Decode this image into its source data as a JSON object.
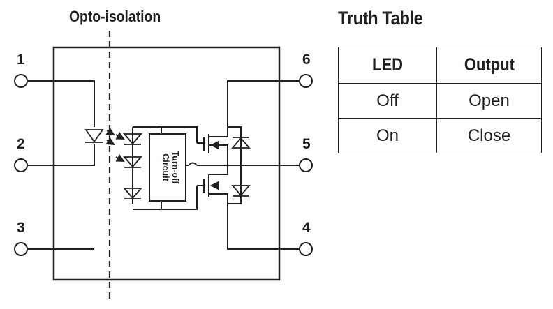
{
  "diagram": {
    "opto_label": "Opto-isolation",
    "pins": {
      "p1": "1",
      "p2": "2",
      "p3": "3",
      "p4": "4",
      "p5": "5",
      "p6": "6"
    },
    "turnoff_line1": "Turn-off",
    "turnoff_line2": "Circuit"
  },
  "truth_table": {
    "title": "Truth Table",
    "headers": [
      "LED",
      "Output"
    ],
    "rows": [
      [
        "Off",
        "Open"
      ],
      [
        "On",
        "Close"
      ]
    ]
  }
}
